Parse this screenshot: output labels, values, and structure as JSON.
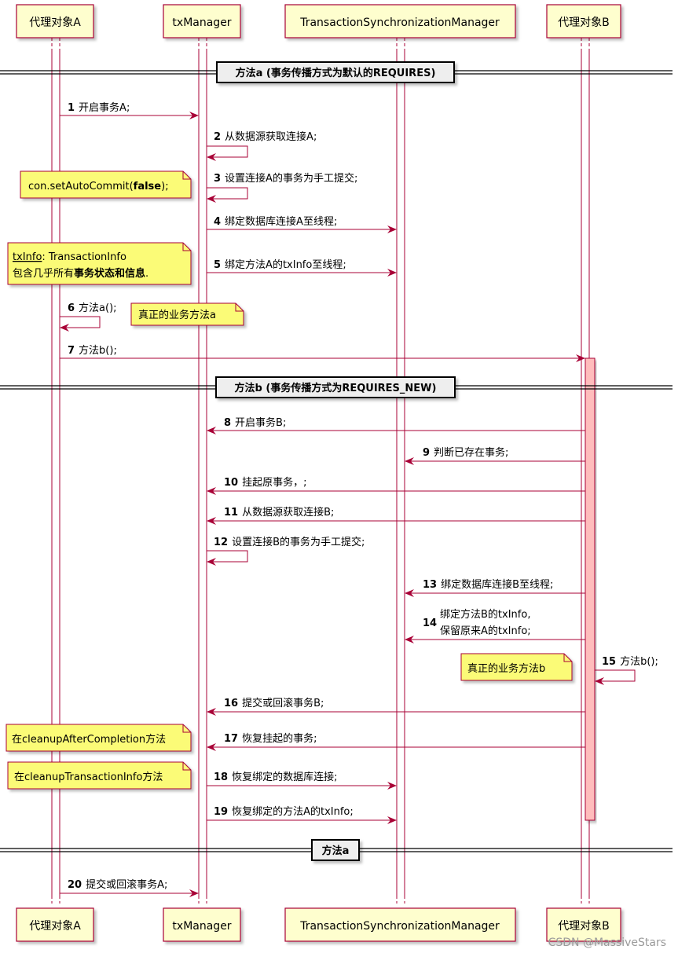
{
  "participants": {
    "a": "代理对象A",
    "tx": "txManager",
    "tsm": "TransactionSynchronizationManager",
    "b": "代理对象B"
  },
  "dividers": {
    "d1": "方法a (事务传播方式为默认的REQUIRES)",
    "d2": "方法b (事务传播方式为REQUIRES_NEW)",
    "d3": "方法a"
  },
  "messages": [
    {
      "num": "1",
      "text": "开启事务A;"
    },
    {
      "num": "2",
      "text": "从数据源获取连接A;"
    },
    {
      "num": "3",
      "text": "设置连接A的事务为手工提交;"
    },
    {
      "num": "4",
      "text": "绑定数据库连接A至线程;"
    },
    {
      "num": "5",
      "text": "绑定方法A的txInfo至线程;"
    },
    {
      "num": "6",
      "text": "方法a();"
    },
    {
      "num": "7",
      "text": "方法b();"
    },
    {
      "num": "8",
      "text": "开启事务B;"
    },
    {
      "num": "9",
      "text": "判断已存在事务;"
    },
    {
      "num": "10",
      "text": "挂起原事务，;"
    },
    {
      "num": "11",
      "text": "从数据源获取连接B;"
    },
    {
      "num": "12",
      "text": "设置连接B的事务为手工提交;"
    },
    {
      "num": "13",
      "text": "绑定数据库连接B至线程;"
    },
    {
      "num": "14",
      "text": "绑定方法B的txInfo,",
      "text2": "保留原来A的txInfo;"
    },
    {
      "num": "15",
      "text": "方法b();"
    },
    {
      "num": "16",
      "text": "提交或回滚事务B;"
    },
    {
      "num": "17",
      "text": "恢复挂起的事务;"
    },
    {
      "num": "18",
      "text": "恢复绑定的数据库连接;"
    },
    {
      "num": "19",
      "text": "恢复绑定的方法A的txInfo;"
    },
    {
      "num": "20",
      "text": "提交或回滚事务A;"
    }
  ],
  "notes": {
    "autocommit_pre": "con.setAutoCommit(",
    "autocommit_bold": "false",
    "autocommit_post": ");",
    "txinfo_u": "txInfo",
    "txinfo_rest": ": TransactionInfo",
    "txinfo_l2_pre": "包含几乎所有",
    "txinfo_l2_bold": "事务状态和信息",
    "txinfo_l2_post": ".",
    "biz_a": "真正的业务方法a",
    "biz_b": "真正的业务方法b",
    "cleanup_after": "在cleanupAfterCompletion方法",
    "cleanup_txinfo": "在cleanupTransactionInfo方法"
  },
  "watermark": "CSDN @MassiveStars",
  "colors": {
    "arrow": "#a80036",
    "participant_fill": "#fefece",
    "note_fill": "#fbfb77",
    "activation_fill": "#ffbcbc",
    "divider_fill": "#eeeeee"
  }
}
